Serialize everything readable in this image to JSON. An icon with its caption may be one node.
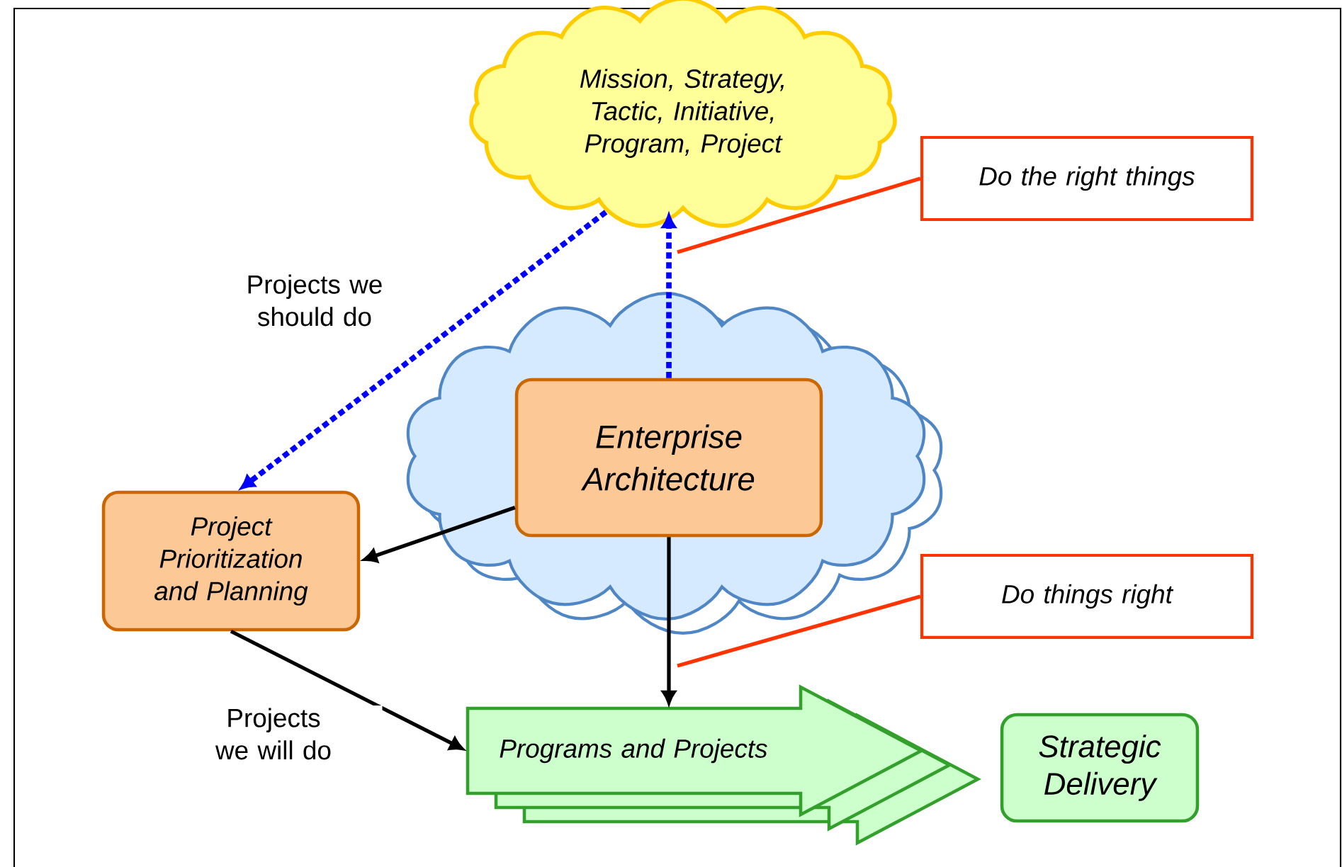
{
  "diagram": {
    "nodes": [
      {
        "text": [
          "Mission, Strategy, Tactic, Initiative, Program, Project"
        ]
      },
      {
        "text": [
          "Do the right things"
        ]
      },
      {
        "text": [],
        "shape": "cloud"
      },
      {
        "text": [
          "Enterprise Architecture"
        ],
        "in": 2
      },
      {
        "text": [
          "Project Prioritization and Planning"
        ]
      },
      {
        "text": [
          "Do things right"
        ]
      },
      {
        "text": [
          "Programs and Projects"
        ]
      },
      {
        "text": [
          "Strategic Delivery"
        ]
      }
    ],
    "edges": [
      {
        "from": 3,
        "to": 0,
        "arrow": "to",
        "style": "dashed",
        "color": "#0000ff"
      },
      {
        "from": 0,
        "to": 4,
        "arrow": "to",
        "style": "dashed",
        "color": "#0000ff",
        "label": "Projects we should do"
      },
      {
        "from": 3,
        "to": 4,
        "arrow": "to"
      },
      {
        "from": 4,
        "to": 6,
        "arrow": "to",
        "label": "Projects we will do"
      },
      {
        "from": 3,
        "to": 6,
        "arrow": "to"
      },
      {
        "from": 1,
        "to": null,
        "arrow": "none",
        "color": "#ff3300"
      },
      {
        "from": 5,
        "to": null,
        "arrow": "none",
        "color": "#ff3300"
      }
    ]
  }
}
